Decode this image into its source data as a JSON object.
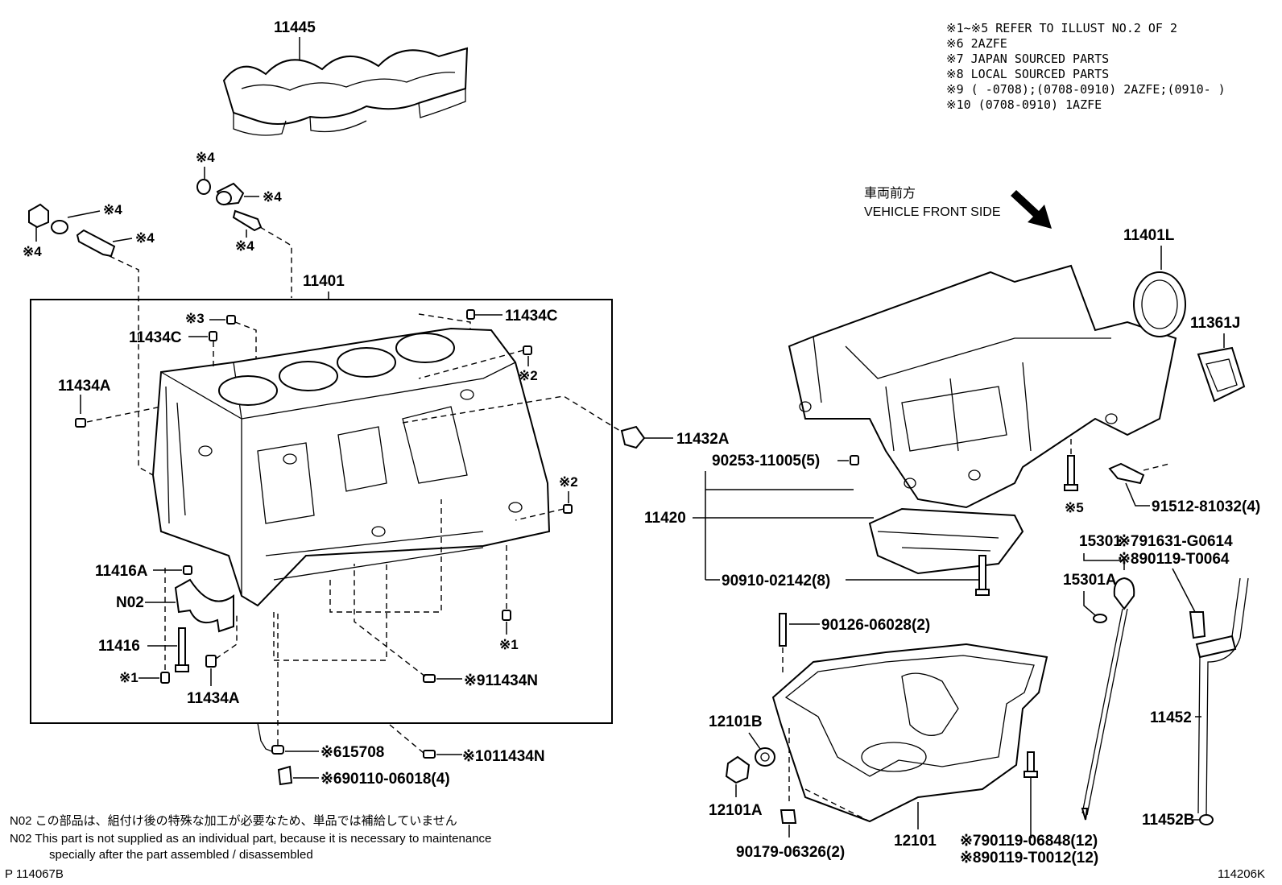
{
  "notes": [
    "※1~※5 REFER TO ILLUST NO.2 OF 2",
    "※6 2AZFE",
    "※7 JAPAN SOURCED PARTS",
    "※8 LOCAL SOURCED PARTS",
    "※9 (      -0708);(0708-0910) 2AZFE;(0910-      )",
    "※10 (0708-0910) 1AZFE"
  ],
  "front": {
    "jp": "車両前方",
    "en": "VEHICLE FRONT SIDE"
  },
  "parts": {
    "p11445": "11445",
    "p11401": "11401",
    "p11434C_a": "11434C",
    "p11434C_b": "11434C",
    "p11434A_a": "11434A",
    "p11434A_b": "11434A",
    "p11432A": "11432A",
    "p11416A": "11416A",
    "pN02": "N02",
    "p11416": "11416",
    "p11434N_a": "※911434N",
    "p11434N_b": "※1011434N",
    "p15708": "※615708",
    "p90110": "※690110-06018(4)",
    "p11401L": "11401L",
    "p11361J": "11361J",
    "p90253": "90253-11005(5)",
    "p11420": "11420",
    "p91512": "91512-81032(4)",
    "p15301": "15301",
    "p15301A": "15301A",
    "p91631": "※791631-G0614",
    "p90119T0064": "※890119-T0064",
    "p90910": "90910-02142(8)",
    "p90126": "90126-06028(2)",
    "p12101B": "12101B",
    "p12101A": "12101A",
    "p12101": "12101",
    "p11452": "11452",
    "p11452B": "11452B",
    "p90179": "90179-06326(2)",
    "p90119_06848": "※790119-06848(12)",
    "p90119_T0012": "※890119-T0012(12)"
  },
  "refs": {
    "r4a": "※4",
    "r4b": "※4",
    "r4c": "※4",
    "r4d": "※4",
    "r4e": "※4",
    "r4f": "※4",
    "r3": "※3",
    "r2a": "※2",
    "r2b": "※2",
    "r1a": "※1",
    "r1b": "※1",
    "r5": "※5"
  },
  "footnote": {
    "jp": "N02  この部品は、組付け後の特殊な加工が必要なため、単品では補給していません",
    "en1": "N02  This part is not supplied as an individual part, because it is necessary to maintenance",
    "en2": "specially after the part assembled / disassembled"
  },
  "codes": {
    "left": "P 114067B",
    "right": "114206K"
  }
}
